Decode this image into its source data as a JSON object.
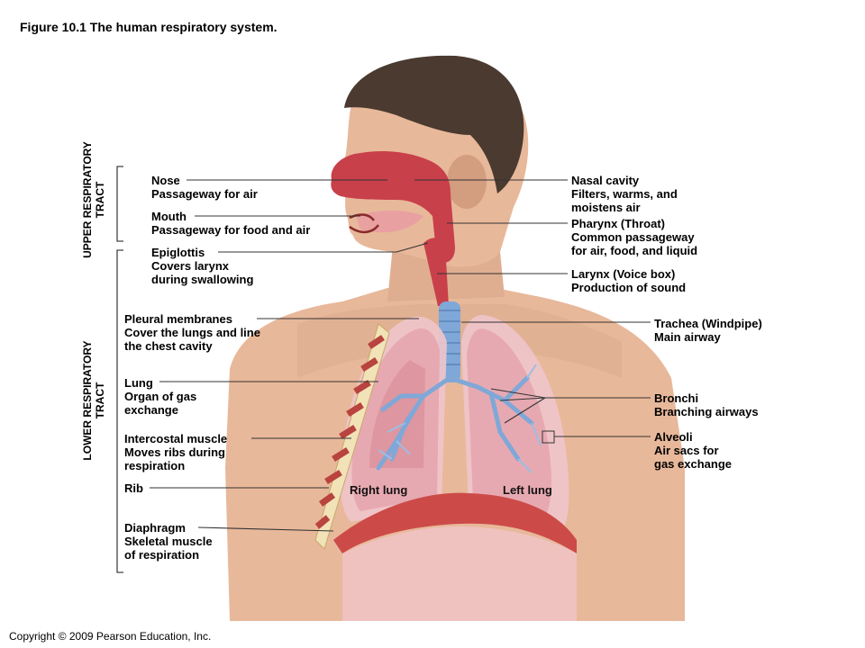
{
  "caption": "Figure 10.1  The human respiratory system.",
  "copyright": "Copyright © 2009 Pearson Education, Inc.",
  "sections": {
    "upper": [
      "UPPER RESPIRATORY",
      "TRACT"
    ],
    "lower": [
      "LOWER RESPIRATORY",
      "TRACT"
    ]
  },
  "labels_left": [
    {
      "title": "Nose",
      "desc": [
        "Passageway for air"
      ]
    },
    {
      "title": "Mouth",
      "desc": [
        "Passageway for food and air"
      ]
    },
    {
      "title": "Epiglottis",
      "desc": [
        "Covers larynx",
        "during swallowing"
      ]
    },
    {
      "title": "Pleural membranes",
      "desc": [
        "Cover the lungs and line",
        "the chest cavity"
      ]
    },
    {
      "title": "Lung",
      "desc": [
        "Organ of gas",
        "exchange"
      ]
    },
    {
      "title": "Intercostal muscle",
      "desc": [
        "Moves ribs during",
        "respiration"
      ]
    },
    {
      "title": "Rib",
      "desc": []
    },
    {
      "title": "Diaphragm",
      "desc": [
        "Skeletal muscle",
        "of respiration"
      ]
    }
  ],
  "labels_right": [
    {
      "title": "Nasal cavity",
      "desc": [
        "Filters, warms, and",
        "moistens air"
      ]
    },
    {
      "title": "Pharynx (Throat)",
      "desc": [
        "Common passageway",
        "for air, food, and liquid"
      ]
    },
    {
      "title": "Larynx (Voice box)",
      "desc": [
        "Production of sound"
      ]
    },
    {
      "title": "Trachea (Windpipe)",
      "desc": [
        "Main airway"
      ]
    },
    {
      "title": "Bronchi",
      "desc": [
        "Branching airways"
      ]
    },
    {
      "title": "Alveoli",
      "desc": [
        "Air sacs for",
        "gas exchange"
      ]
    }
  ],
  "lung_labels": {
    "right": "Right lung",
    "left": "Left lung"
  },
  "colors": {
    "skin": "#e8b89a",
    "skin_shade": "#d39d80",
    "hair": "#4a3a30",
    "nasal": "#c8404a",
    "lung": "#e7a9b1",
    "lung_inner": "#d98a95",
    "airway": "#7fa8d8",
    "rib": "#f2e2b8",
    "muscle": "#b8433f",
    "diaphragm": "#cc4b48",
    "leader": "#333333"
  }
}
